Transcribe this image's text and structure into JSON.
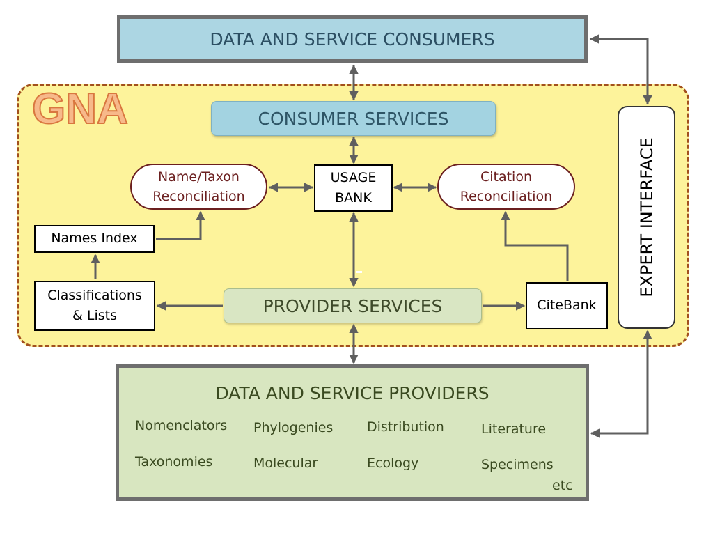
{
  "consumers": {
    "title": "DATA AND SERVICE CONSUMERS"
  },
  "gna": {
    "title": "GNA"
  },
  "consumer_services": {
    "label": "CONSUMER SERVICES"
  },
  "name_taxon_reconciliation": {
    "line1": "Name/Taxon",
    "line2": "Reconciliation"
  },
  "usage_bank": {
    "line1": "USAGE",
    "line2": "BANK"
  },
  "citation_reconciliation": {
    "line1": "Citation",
    "line2": "Reconciliation"
  },
  "names_index": {
    "label": "Names Index"
  },
  "classifications_lists": {
    "line1": "Classifications",
    "line2": "& Lists"
  },
  "provider_services": {
    "label": "PROVIDER SERVICES"
  },
  "citebank": {
    "label": "CiteBank"
  },
  "expert_interface": {
    "label": "EXPERT INTERFACE"
  },
  "providers": {
    "title": "DATA AND SERVICE PROVIDERS",
    "items": [
      "Nomenclators",
      "Phylogenies",
      "Distribution",
      "Literature",
      "Taxonomies",
      "Molecular",
      "Ecology",
      "Specimens"
    ],
    "etc": "etc"
  },
  "colors": {
    "consumers_fill": "#acd6e3",
    "gna_region_fill": "#fdf39b",
    "gna_border": "#a2501e",
    "providers_fill": "#d8e6c0",
    "reconciliation_text": "#6b1f1f",
    "arrow": "#5f5f5f"
  }
}
